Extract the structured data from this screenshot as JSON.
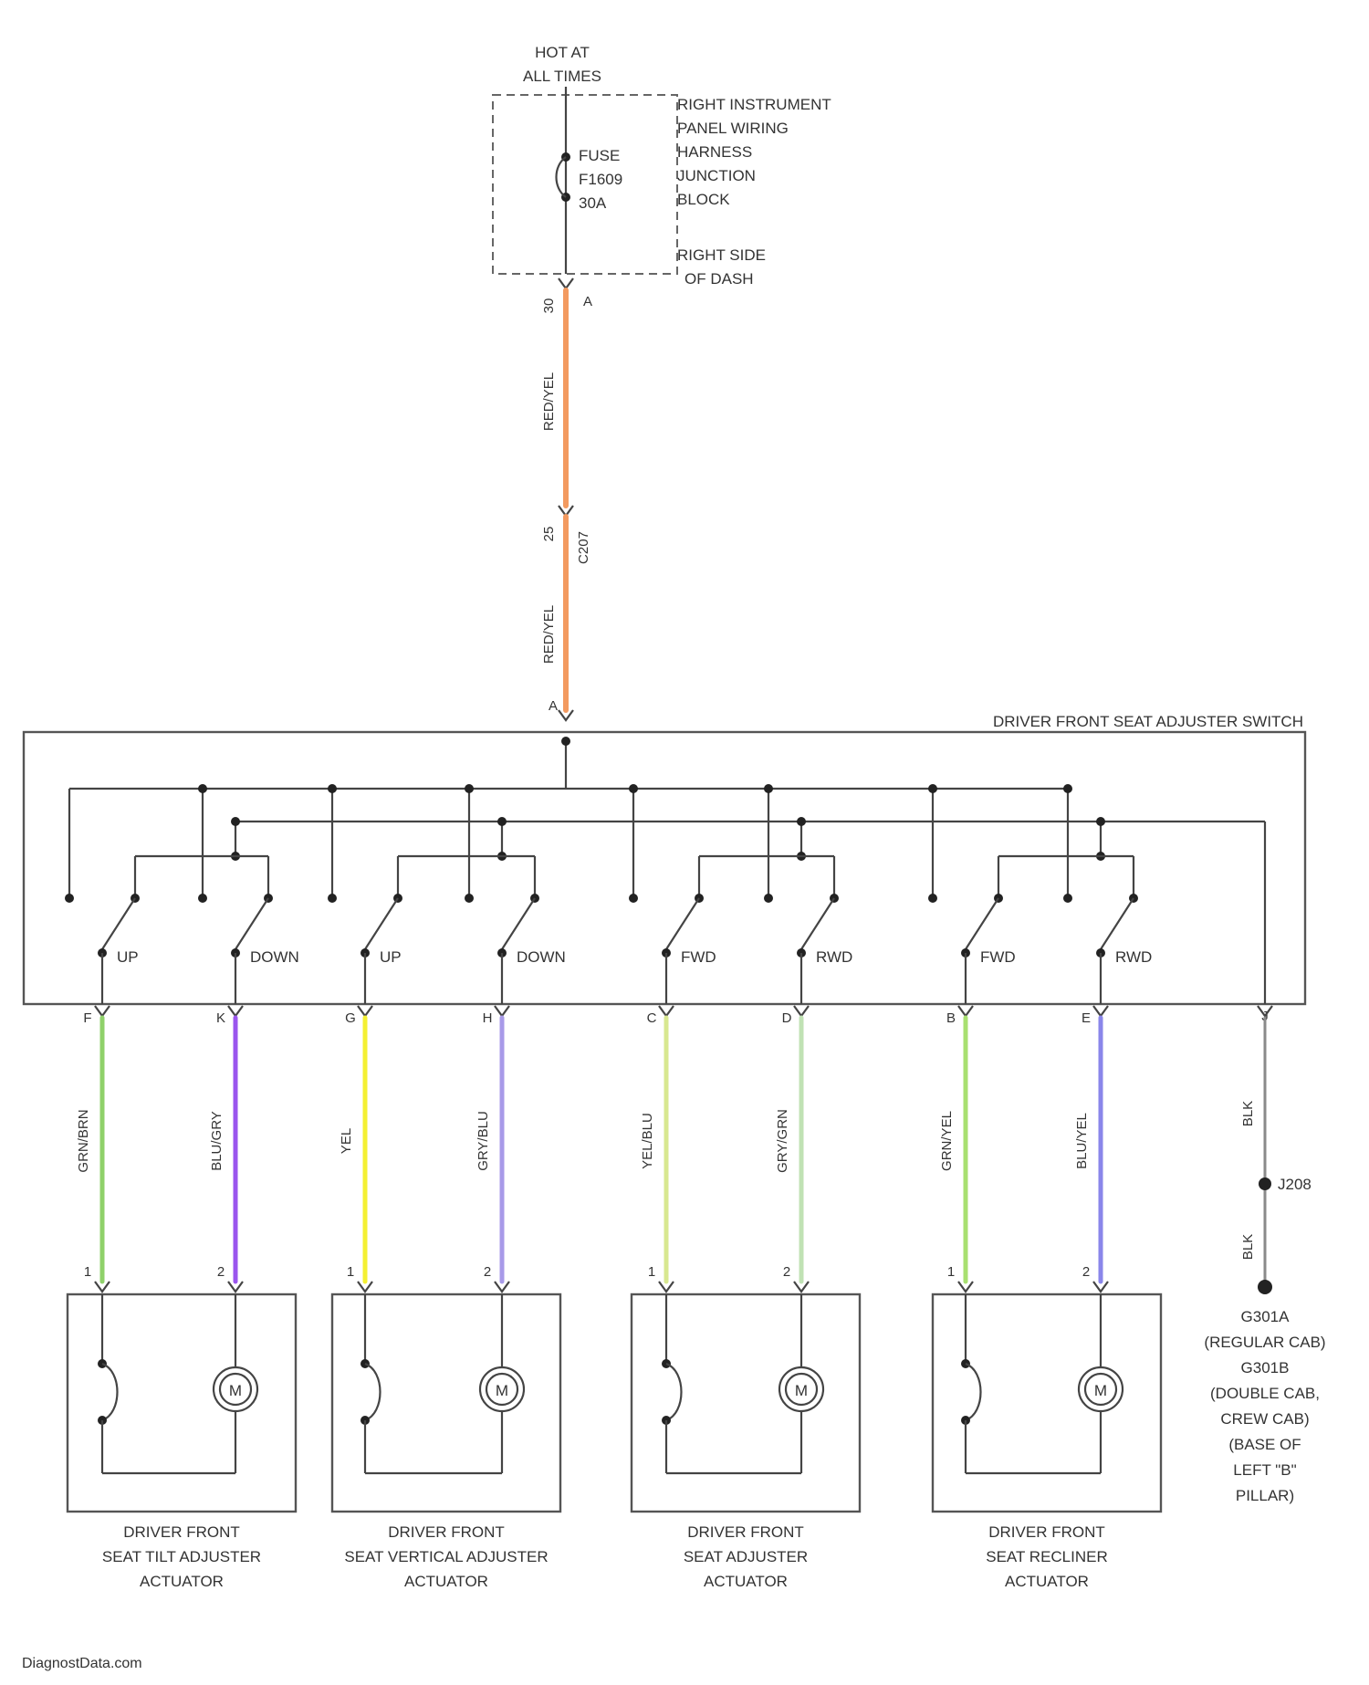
{
  "supply": {
    "hot_label": [
      "HOT AT",
      "ALL TIMES"
    ],
    "fuse_label": [
      "FUSE",
      "F1609",
      "30A"
    ],
    "junction_block_label": [
      "RIGHT INSTRUMENT",
      "PANEL WIRING",
      "HARNESS",
      "JUNCTION",
      "BLOCK"
    ],
    "location_label": [
      "RIGHT SIDE",
      "OF DASH"
    ],
    "jb_connector": "30",
    "jb_pin": "A",
    "wire_top": "RED/YEL",
    "inline_connector_pin": "25",
    "inline_connector": "C207",
    "wire_bottom": "RED/YEL",
    "switch_pin": "A"
  },
  "switch": {
    "name": "DRIVER FRONT SEAT ADJUSTER SWITCH",
    "contacts": [
      "UP",
      "DOWN",
      "UP",
      "DOWN",
      "FWD",
      "RWD",
      "FWD",
      "RWD"
    ]
  },
  "output_wires": [
    {
      "pin_top": "F",
      "color_name": "GRN/BRN",
      "color": "#8fd16a",
      "pin_bottom": "1"
    },
    {
      "pin_top": "K",
      "color_name": "BLU/GRY",
      "color": "#9a55ee",
      "pin_bottom": "2"
    },
    {
      "pin_top": "G",
      "color_name": "YEL",
      "color": "#f4f032",
      "pin_bottom": "1"
    },
    {
      "pin_top": "H",
      "color_name": "GRY/BLU",
      "color": "#a89ae8",
      "pin_bottom": "2"
    },
    {
      "pin_top": "C",
      "color_name": "YEL/BLU",
      "color": "#d8e890",
      "pin_bottom": "1"
    },
    {
      "pin_top": "D",
      "color_name": "GRY/GRN",
      "color": "#c0e2b4",
      "pin_bottom": "2"
    },
    {
      "pin_top": "B",
      "color_name": "GRN/YEL",
      "color": "#a8e070",
      "pin_bottom": "1"
    },
    {
      "pin_top": "E",
      "color_name": "BLU/YEL",
      "color": "#8a86ea",
      "pin_bottom": "2"
    }
  ],
  "ground": {
    "pin": "J",
    "wire_top": "BLK",
    "splice": "J208",
    "wire_bottom": "BLK",
    "location": [
      "G301A",
      "(REGULAR CAB)",
      "G301B",
      "(DOUBLE CAB,",
      "CREW CAB)",
      "(BASE OF",
      "LEFT \"B\"",
      "PILLAR)"
    ]
  },
  "actuators": [
    {
      "name": [
        "DRIVER FRONT",
        "SEAT TILT ADJUSTER",
        "ACTUATOR"
      ],
      "motor_symbol": "M"
    },
    {
      "name": [
        "DRIVER FRONT",
        "SEAT VERTICAL ADJUSTER",
        "ACTUATOR"
      ],
      "motor_symbol": "M"
    },
    {
      "name": [
        "DRIVER FRONT",
        "SEAT ADJUSTER",
        "ACTUATOR"
      ],
      "motor_symbol": "M"
    },
    {
      "name": [
        "DRIVER FRONT",
        "SEAT RECLINER",
        "ACTUATOR"
      ],
      "motor_symbol": "M"
    }
  ],
  "footer_text": "DiagnostData.com",
  "colors": {
    "power_wire": "#f39a60",
    "ground_wire": "#8a8a8a"
  }
}
